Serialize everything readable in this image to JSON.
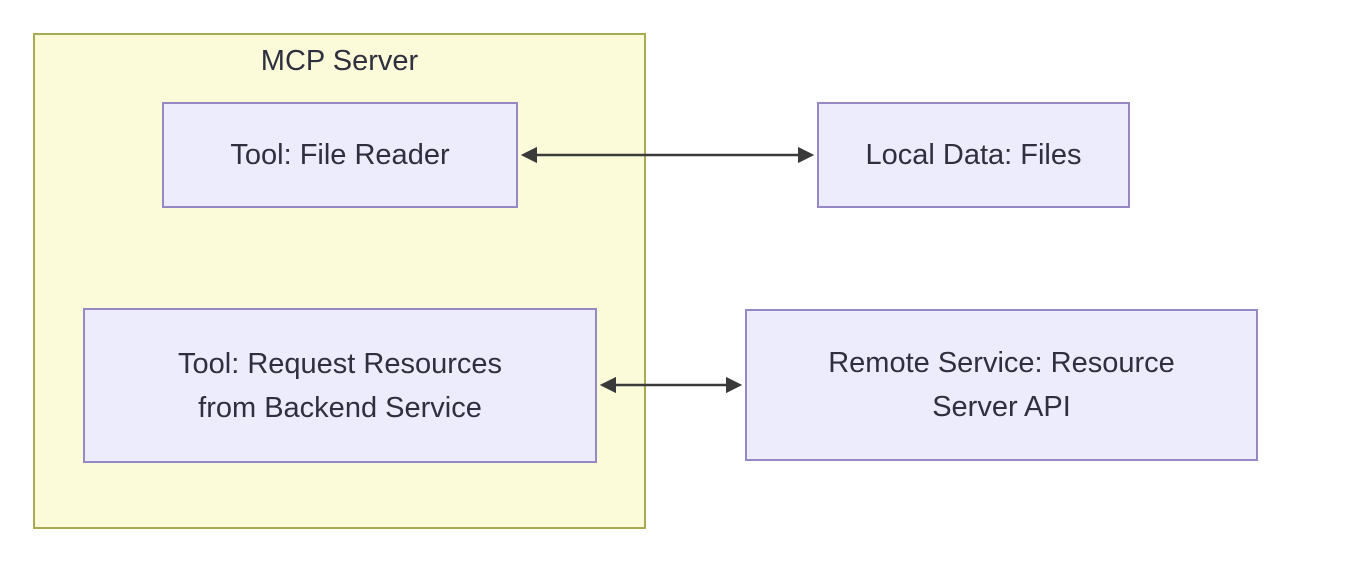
{
  "group": {
    "label": "MCP Server"
  },
  "nodes": {
    "file_reader": {
      "lines": [
        "Tool: File Reader"
      ]
    },
    "local_data": {
      "lines": [
        "Local Data: Files"
      ]
    },
    "request_resources": {
      "lines": [
        "Tool: Request Resources",
        "from Backend Service"
      ]
    },
    "remote_service": {
      "lines": [
        "Remote Service: Resource",
        "Server API"
      ]
    }
  },
  "edges": [
    {
      "from": "Tool: File Reader",
      "to": "Local Data: Files",
      "direction": "bidirectional"
    },
    {
      "from": "Tool: Request Resources from Backend Service",
      "to": "Remote Service: Resource Server API",
      "direction": "bidirectional"
    }
  ],
  "colors": {
    "background": "#ffffff",
    "group_fill": "#fbfbda",
    "group_border": "#a9a952",
    "node_fill": "#ececfc",
    "node_border": "#9588c5",
    "text": "#2f2f3f",
    "arrow": "#3a3a3a"
  }
}
